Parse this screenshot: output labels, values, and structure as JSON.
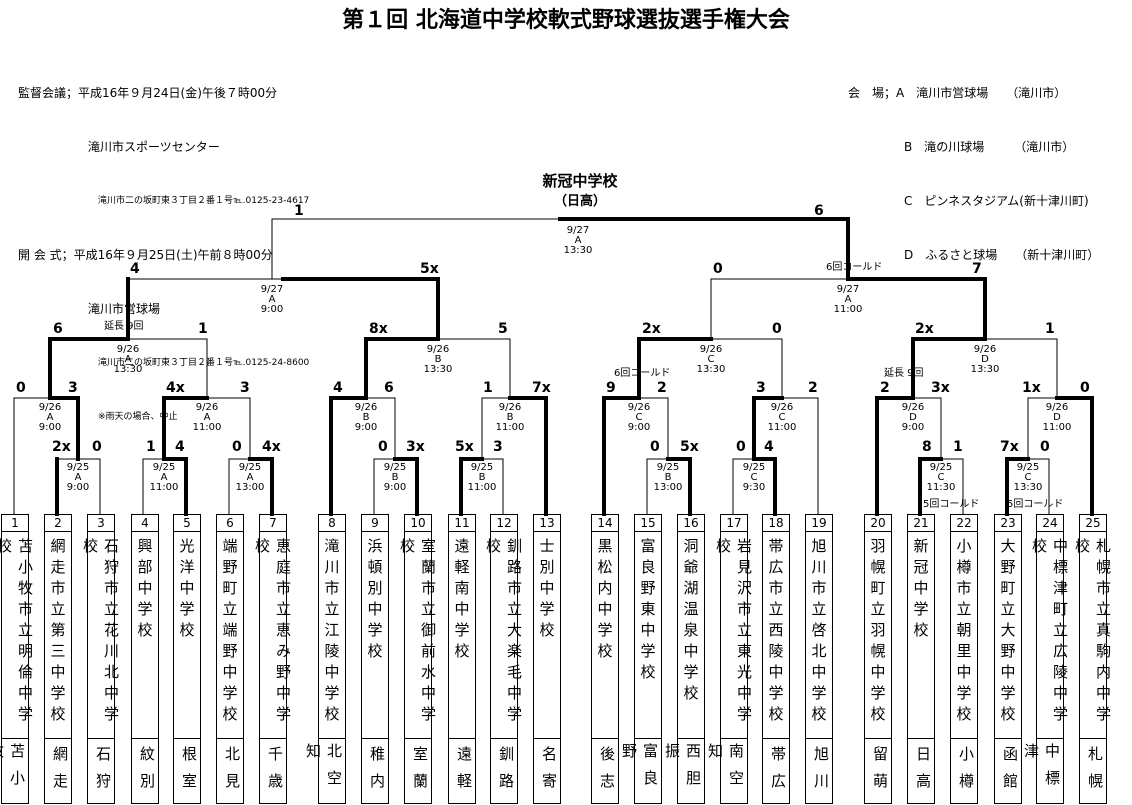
{
  "title": "第１回 北海道中学校軟式野球選抜選手権大会",
  "info": {
    "meeting_line1": "監督会議；平成16年９月24日(金)午後７時00分",
    "meeting_line2": "滝川市スポーツセンター",
    "meeting_line3": "滝川市二の坂町東３丁目２番１号℡.0125-23-4617",
    "opening_line1": "開 会 式；平成16年９月25日(土)午前８時00分",
    "opening_line2": "滝川市営球場",
    "opening_line3": "滝川市二の坂町東３丁目２番１号℡.0125-24-8600",
    "opening_line4": "※雨天の場合、中止"
  },
  "venues": {
    "label": "会　場；",
    "a": "A　滝川市営球場　　（滝川市）",
    "b": "B　滝の川球場　　　（滝川市）",
    "c": "C　ピンネスタジアム(新十津川町)",
    "d": "D　ふるさと球場　　（新十津川町）"
  },
  "winner": {
    "name": "新冠中学校",
    "region": "（日高）"
  },
  "teams": [
    {
      "seed": "1",
      "name": "苫小牧市立明倫中学校",
      "region": "苫小牧"
    },
    {
      "seed": "2",
      "name": "網走市立第三中学校",
      "region": "網走"
    },
    {
      "seed": "3",
      "name": "石狩市立花川北中学校",
      "region": "石狩"
    },
    {
      "seed": "4",
      "name": "興部中学校",
      "region": "紋別"
    },
    {
      "seed": "5",
      "name": "光洋中学校",
      "region": "根室"
    },
    {
      "seed": "6",
      "name": "端野町立端野中学校",
      "region": "北見"
    },
    {
      "seed": "7",
      "name": "恵庭市立恵み野中学校",
      "region": "千歳"
    },
    {
      "seed": "8",
      "name": "滝川市立江陵中学校",
      "region": "北空知"
    },
    {
      "seed": "9",
      "name": "浜頓別中学校",
      "region": "稚内"
    },
    {
      "seed": "10",
      "name": "室蘭市立御前水中学校",
      "region": "室蘭"
    },
    {
      "seed": "11",
      "name": "遠軽南中学校",
      "region": "遠軽"
    },
    {
      "seed": "12",
      "name": "釧路市立大楽毛中学校",
      "region": "釧路"
    },
    {
      "seed": "13",
      "name": "士別中学校",
      "region": "名寄"
    },
    {
      "seed": "14",
      "name": "黒松内中学校",
      "region": "後志"
    },
    {
      "seed": "15",
      "name": "富良野東中学校",
      "region": "富良野"
    },
    {
      "seed": "16",
      "name": "洞爺湖温泉中学校",
      "region": "西胆振"
    },
    {
      "seed": "17",
      "name": "岩見沢市立東光中学校",
      "region": "南空知"
    },
    {
      "seed": "18",
      "name": "帯広市立西陵中学校",
      "region": "帯広"
    },
    {
      "seed": "19",
      "name": "旭川市立啓北中学校",
      "region": "旭川"
    },
    {
      "seed": "20",
      "name": "羽幌町立羽幌中学校",
      "region": "留萌"
    },
    {
      "seed": "21",
      "name": "新冠中学校",
      "region": "日高"
    },
    {
      "seed": "22",
      "name": "小樽市立朝里中学校",
      "region": "小樽"
    },
    {
      "seed": "23",
      "name": "大野町立大野中学校",
      "region": "函館"
    },
    {
      "seed": "24",
      "name": "中標津町立広陵中学校",
      "region": "中標津"
    },
    {
      "seed": "25",
      "name": "札幌市立真駒内中学校",
      "region": "札幌"
    }
  ],
  "scores": [
    {
      "t": "2x"
    },
    {
      "t": "0"
    },
    {
      "t": "1"
    },
    {
      "t": "4"
    },
    {
      "t": "0"
    },
    {
      "t": "4x"
    },
    {
      "t": "0"
    },
    {
      "t": "3x"
    },
    {
      "t": "5x"
    },
    {
      "t": "3"
    },
    {
      "t": "0"
    },
    {
      "t": "5x"
    },
    {
      "t": "0"
    },
    {
      "t": "4"
    },
    {
      "t": "8"
    },
    {
      "t": "1"
    },
    {
      "t": "7x"
    },
    {
      "t": "0"
    },
    {
      "t": "0"
    },
    {
      "t": "3"
    },
    {
      "t": "4x"
    },
    {
      "t": "3"
    },
    {
      "t": "4"
    },
    {
      "t": "6"
    },
    {
      "t": "1"
    },
    {
      "t": "7x"
    },
    {
      "t": "9"
    },
    {
      "t": "2"
    },
    {
      "t": "3"
    },
    {
      "t": "2"
    },
    {
      "t": "2"
    },
    {
      "t": "3x"
    },
    {
      "t": "1x"
    },
    {
      "t": "0"
    },
    {
      "t": "6"
    },
    {
      "t": "1"
    },
    {
      "t": "8x"
    },
    {
      "t": "5"
    },
    {
      "t": "2x"
    },
    {
      "t": "0"
    },
    {
      "t": "2x"
    },
    {
      "t": "1"
    },
    {
      "t": "4"
    },
    {
      "t": "5x"
    },
    {
      "t": "0"
    },
    {
      "t": "7"
    },
    {
      "t": "1"
    },
    {
      "t": "6"
    }
  ],
  "matches": [
    {
      "t": "9/25\nA\n9:00"
    },
    {
      "t": "9/25\nA\n11:00"
    },
    {
      "t": "9/25\nA\n13:00"
    },
    {
      "t": "9/25\nB\n9:00"
    },
    {
      "t": "9/25\nB\n11:00"
    },
    {
      "t": "9/25\nB\n13:00"
    },
    {
      "t": "9/25\nC\n9:30"
    },
    {
      "t": "9/25\nC\n11:30"
    },
    {
      "t": "9/25\nC\n13:30"
    },
    {
      "t": "9/26\nA\n9:00"
    },
    {
      "t": "9/26\nA\n11:00"
    },
    {
      "t": "9/26\nB\n9:00"
    },
    {
      "t": "9/26\nB\n11:00"
    },
    {
      "t": "9/26\nC\n9:00"
    },
    {
      "t": "9/26\nC\n11:00"
    },
    {
      "t": "9/26\nD\n9:00"
    },
    {
      "t": "9/26\nD\n11:00"
    },
    {
      "t": "9/26\nA\n13:30"
    },
    {
      "t": "9/26\nB\n13:30"
    },
    {
      "t": "9/26\nC\n13:30"
    },
    {
      "t": "9/26\nD\n13:30"
    },
    {
      "t": "9/27\nA\n9:00"
    },
    {
      "t": "9/27\nA\n11:00"
    },
    {
      "t": "9/27\nA\n13:30"
    }
  ],
  "notes": [
    {
      "t": "延長 9回"
    },
    {
      "t": "6回コールド"
    },
    {
      "t": "延長 9回"
    },
    {
      "t": "5回コールド"
    },
    {
      "t": "5回コールド"
    },
    {
      "t": "6回コールド"
    }
  ]
}
